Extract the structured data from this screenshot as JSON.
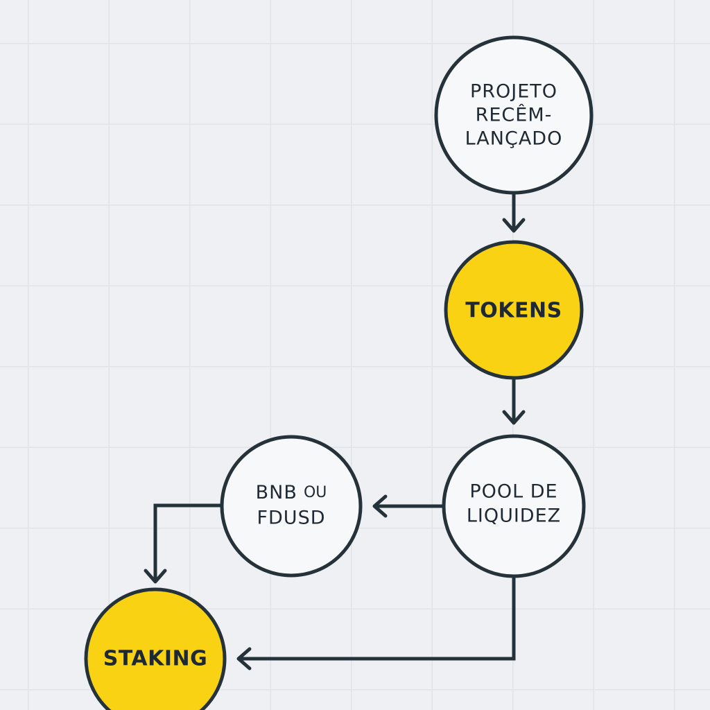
{
  "colors": {
    "background": "#eef0f4",
    "grid": "#dfe3ea",
    "stroke": "#26323a",
    "node_white": "#f7f8fa",
    "node_yellow": "#f8d213",
    "text": "#1f2933"
  },
  "nodes": {
    "projeto": {
      "lines": [
        "PROJETO",
        "RECÊM-",
        "LANÇADO"
      ],
      "fill": "white"
    },
    "tokens": {
      "lines": [
        "TOKENS"
      ],
      "fill": "yellow"
    },
    "pool": {
      "lines": [
        "POOL DE",
        "LIQUIDEZ"
      ],
      "fill": "white"
    },
    "bnb": {
      "line1_main": "BNB",
      "line1_small": "OU",
      "line2": "FDUSD",
      "fill": "white"
    },
    "staking": {
      "lines": [
        "STAKING"
      ],
      "fill": "yellow"
    }
  },
  "edges": [
    {
      "from": "projeto",
      "to": "tokens"
    },
    {
      "from": "tokens",
      "to": "pool"
    },
    {
      "from": "pool",
      "to": "bnb"
    },
    {
      "from": "bnb",
      "to": "staking"
    },
    {
      "from": "pool",
      "to": "staking"
    }
  ]
}
